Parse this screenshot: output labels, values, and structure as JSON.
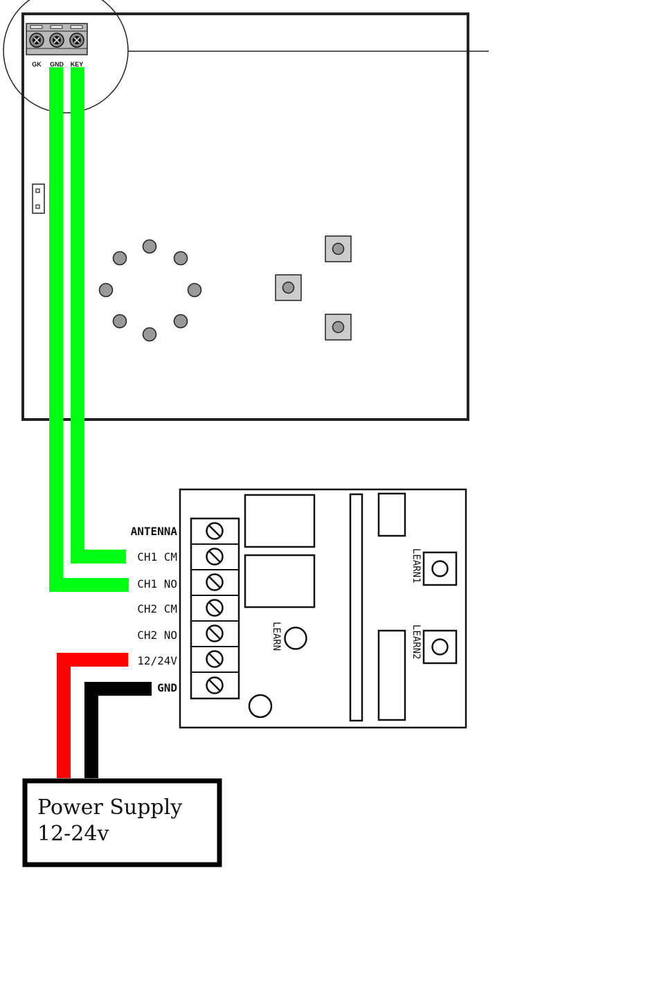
{
  "keypad": {
    "terminal_labels": [
      "GK",
      "GND",
      "KEY"
    ]
  },
  "receiver": {
    "terminals": [
      "ANTENNA",
      "CH1 CM",
      "CH1 NO",
      "CH2 CM",
      "CH2 NO",
      "12/24V",
      "GND"
    ],
    "learn_label": "LEARN",
    "learn1_label": "LEARN1",
    "learn2_label": "LEARN2"
  },
  "power_supply": {
    "line1": "Power Supply",
    "line2": "12-24v"
  },
  "colors": {
    "wire_signal": "#00ff12",
    "wire_positive": "#ff0000",
    "wire_ground": "#000000"
  }
}
